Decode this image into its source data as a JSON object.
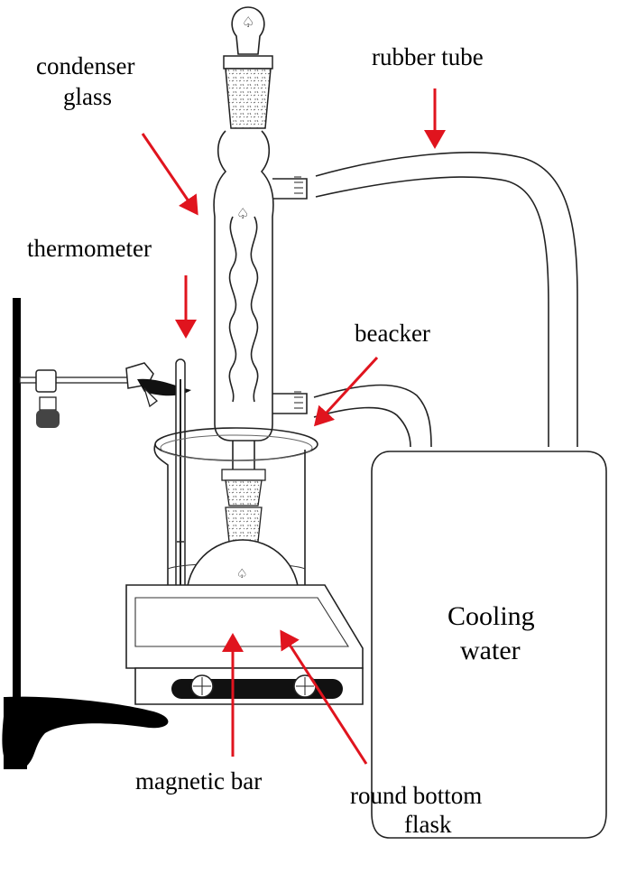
{
  "labels": {
    "condenser_line1": "condenser",
    "condenser_line2": "glass",
    "rubber_tube": "rubber tube",
    "thermometer": "thermometer",
    "beacker": "beacker",
    "cooling_line1": "Cooling",
    "cooling_line2": "water",
    "magnetic_bar": "magnetic bar",
    "round_bottom_line1": "round bottom",
    "round_bottom_line2": "flask"
  },
  "colors": {
    "arrow": "#e0141e",
    "liquid": "#eef21a",
    "glass_outline": "#222222",
    "stand": "#000000",
    "liquid_edge": "#d8240a"
  }
}
